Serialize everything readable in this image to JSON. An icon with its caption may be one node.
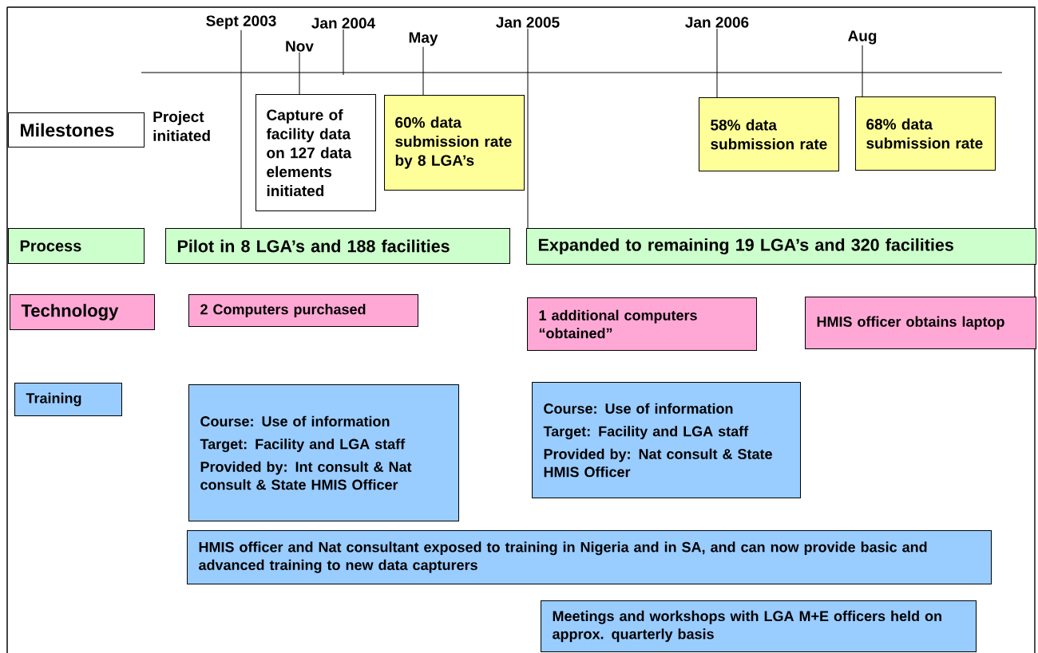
{
  "diagram": {
    "nodes": [
      {
        "text": [
          "Sept 2003"
        ]
      },
      {
        "text": [
          "Jan 2004"
        ]
      },
      {
        "text": [
          "Nov"
        ]
      },
      {
        "text": [
          "May"
        ]
      },
      {
        "text": [
          "Jan 2005"
        ]
      },
      {
        "text": [
          "Jan 2006"
        ]
      },
      {
        "text": [
          "Aug"
        ]
      },
      {
        "text": [
          "Milestones"
        ],
        "beside": [
          "Project initiated"
        ]
      },
      {
        "text": [
          "Capture of facility data on 127 data elements initiated"
        ]
      },
      {
        "text": [
          "60% data submission rate by 8 LGA’s"
        ]
      },
      {
        "text": [
          "58% data submission rate"
        ]
      },
      {
        "text": [
          "68% data submission rate"
        ]
      },
      {
        "text": [
          "Process"
        ]
      },
      {
        "text": [
          "Pilot in 8 LGA’s and 188 facilities"
        ]
      },
      {
        "text": [
          "Expanded to remaining 19 LGA’s and 320 facilities"
        ]
      },
      {
        "text": [
          "Technology"
        ]
      },
      {
        "text": [
          "2 Computers purchased"
        ]
      },
      {
        "text": [
          "1 additional computers “obtained”"
        ]
      },
      {
        "text": [
          "HMIS officer obtains laptop"
        ]
      },
      {
        "text": [
          "Training"
        ]
      },
      {
        "text": [
          "Course: Use of information",
          "Target: Facility and LGA staff",
          "Provided by: Int consult & Nat consult & State HMIS Officer"
        ]
      },
      {
        "text": [
          "Course: Use of information",
          "Target: Facility and LGA staff",
          "Provided by: Nat consult & State HMIS Officer"
        ]
      },
      {
        "text": [
          "HMIS officer and Nat consultant exposed to training in Nigeria and in SA, and can now provide basic and advanced training to new data capturers"
        ]
      },
      {
        "text": [
          "Meetings and workshops with LGA M+E officers held on approx. quarterly basis"
        ]
      }
    ],
    "edges": [
      {
        "from": 0,
        "to": 13,
        "arrow": "none"
      },
      {
        "from": 1,
        "to": null,
        "arrow": "none"
      },
      {
        "from": 2,
        "to": 8,
        "arrow": "none"
      },
      {
        "from": 3,
        "to": 9,
        "arrow": "none"
      },
      {
        "from": 4,
        "to": 14,
        "arrow": "none"
      },
      {
        "from": 5,
        "to": 10,
        "arrow": "none"
      },
      {
        "from": 6,
        "to": 11,
        "arrow": "none"
      }
    ]
  }
}
